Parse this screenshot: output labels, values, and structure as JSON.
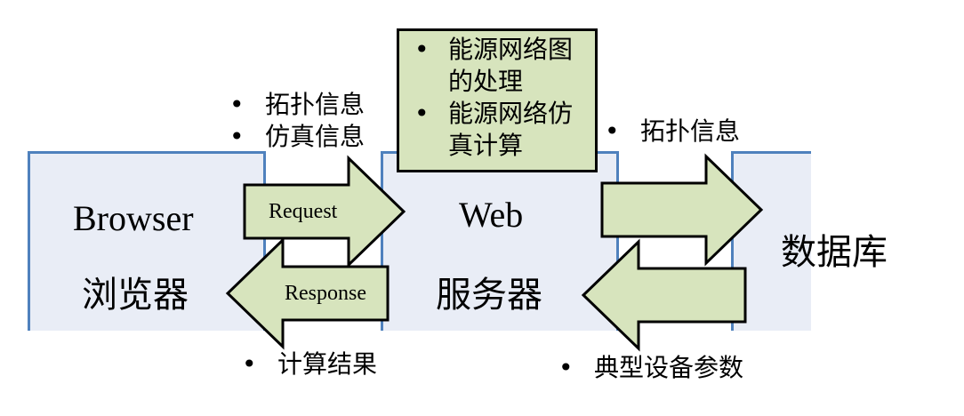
{
  "browser": {
    "label_en": "Browser",
    "label_cn": "浏览器"
  },
  "web_server": {
    "label_en": "Web",
    "label_cn": "服务器"
  },
  "database": {
    "label_cn": "数据库"
  },
  "arrows": {
    "request_label": "Request",
    "response_label": "Response"
  },
  "request_info": [
    "拓扑信息",
    "仿真信息"
  ],
  "process_items": [
    "能源网络图的处理",
    "能源网络仿真计算"
  ],
  "db_request_info": [
    "拓扑信息"
  ],
  "response_info": [
    "计算结果"
  ],
  "db_response_info": [
    "典型设备参数"
  ],
  "colors": {
    "box_fill": "#e9edf6",
    "box_border": "#4f81bd",
    "arrow_fill": "#d7e4bd",
    "arrow_stroke": "#000000"
  }
}
